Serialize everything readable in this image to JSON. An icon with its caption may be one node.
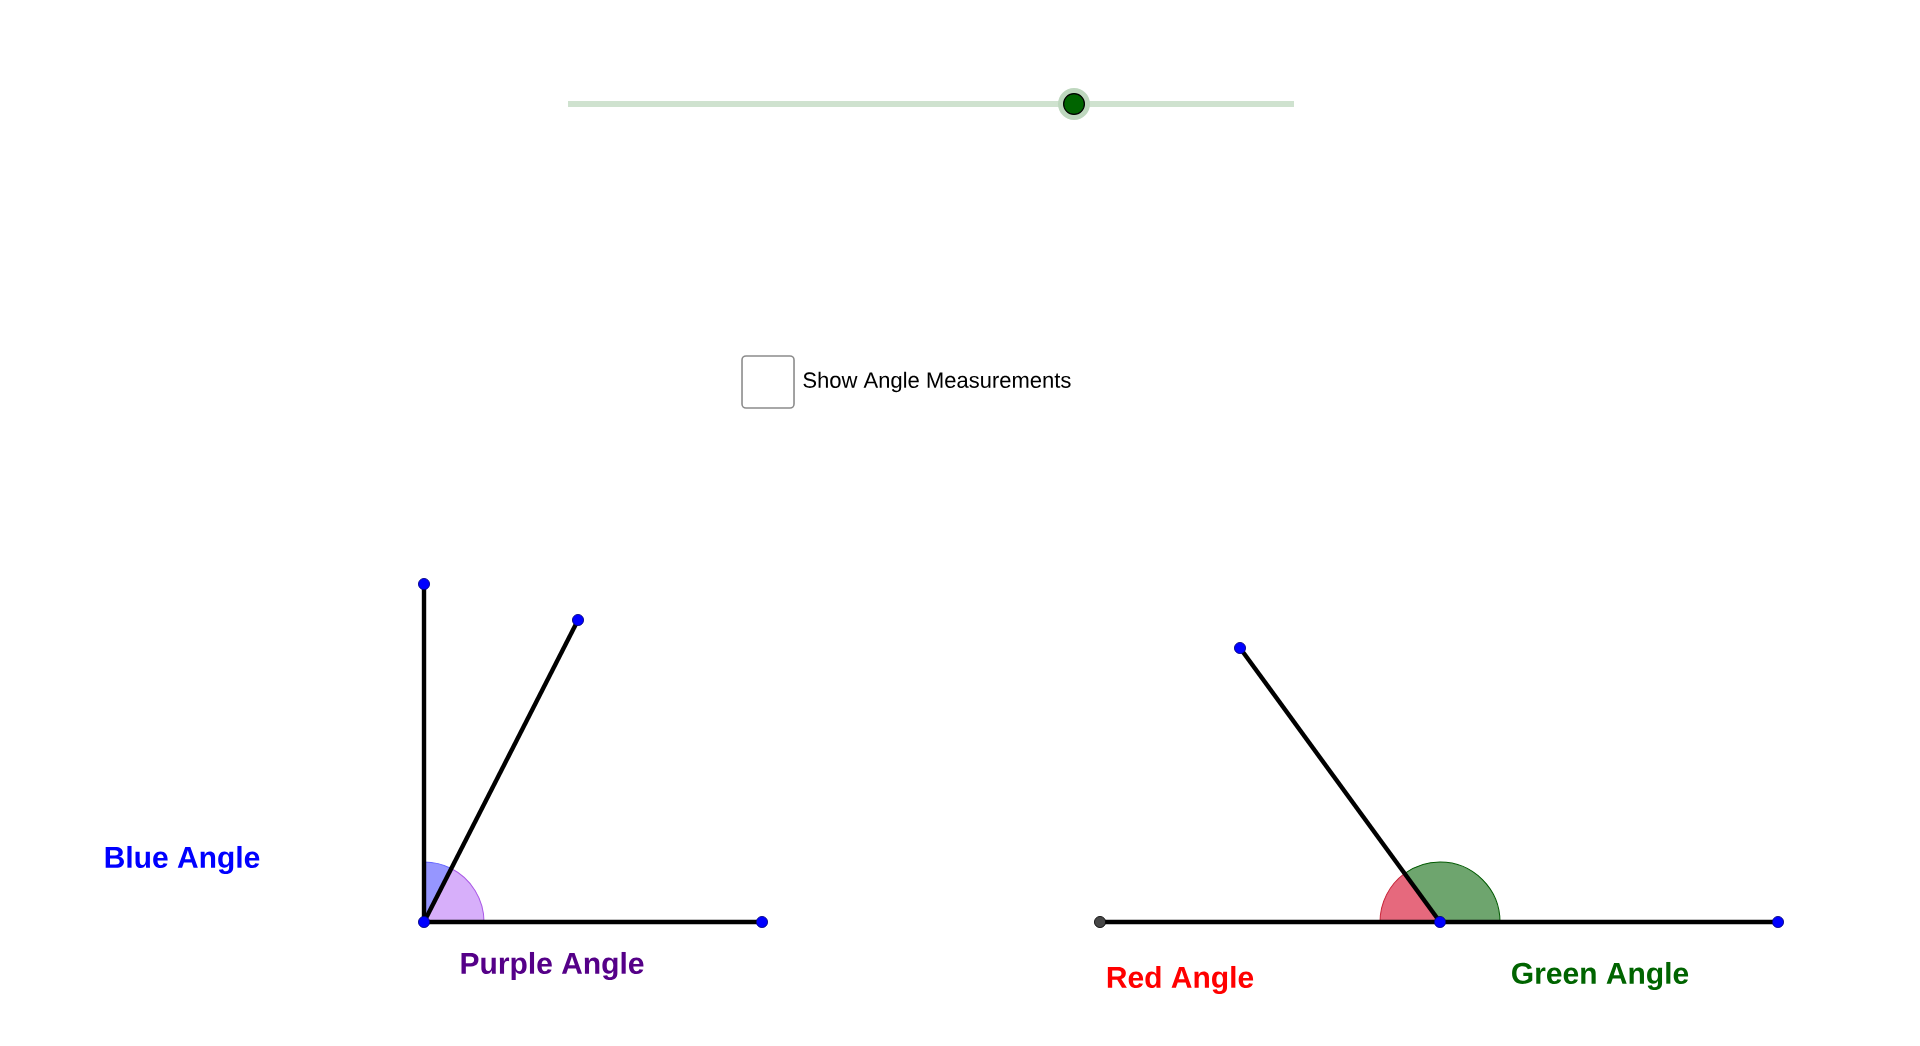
{
  "diagram": {
    "labels": [
      "Show Angle Measurements",
      "Blue Angle",
      "Purple Angle",
      "Red Angle",
      "Green Angle"
    ]
  }
}
